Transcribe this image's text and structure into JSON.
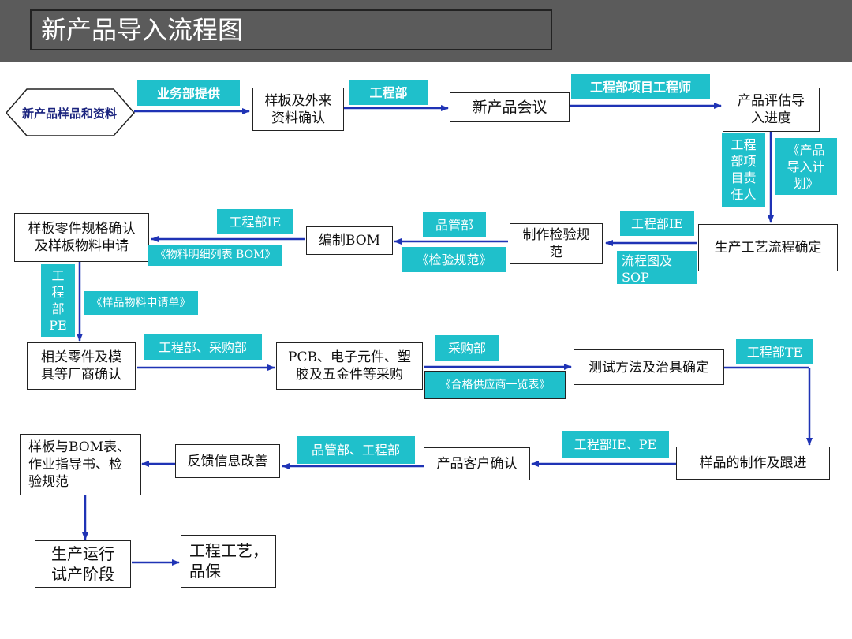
{
  "title": "新产品导入流程图",
  "colors": {
    "header": "#5b5b5b",
    "tag": "#1fc0cb",
    "arrow": "#1f33b5",
    "line": "#222222"
  },
  "nodes": {
    "start": "新产品样品和资料",
    "sample_confirm": "样板及外来\n资料确认",
    "meeting": "新产品会议",
    "evaluate": "产品评估导\n入进度",
    "process_confirm": "生产工艺流程确定",
    "inspection_spec": "制作检验规\n范",
    "bom": "编制BOM",
    "parts_spec": "样板零件规格确认\n及样板物料申请",
    "parts_vendor": "相关零件及模\n具等厂商确认",
    "purchase": "PCB、电子元件、塑\n胶及五金件等采购",
    "test_method": "测试方法及治具确定",
    "sample_make": "样品的制作及跟进",
    "customer_confirm": "产品客户确认",
    "feedback": "反馈信息改善",
    "docs": "样板与BOM表、\n作业指导书、检\n验规范",
    "trial": "生产运行\n试产阶段",
    "qa": "工程工艺，\n品保"
  },
  "tags": {
    "business": "业务部提供",
    "eng1": "工程部",
    "eng_pm": "工程部项目工程师",
    "eng_owner": "工程\n部项\n目责\n任人",
    "intro_plan": "《产品\n导入计\n划》",
    "eng_ie1": "工程部IE",
    "flow_sop": "流程图及\nSOP",
    "qc1": "品管部",
    "inspect_doc": "《检验规范》",
    "eng_ie2": "工程部IE",
    "bom_doc": "《物料明细列表 BOM》",
    "eng_pe": "工\n程\n部\nPE",
    "request_doc": "《样品物料申请单》",
    "eng_purchase": "工程部、采购部",
    "purchase_dept": "采购部",
    "vendor_doc": "《合格供应商一览表》",
    "eng_te": "工程部TE",
    "eng_ie_pe": "工程部IE、PE",
    "qc_eng": "品管部、工程部"
  }
}
